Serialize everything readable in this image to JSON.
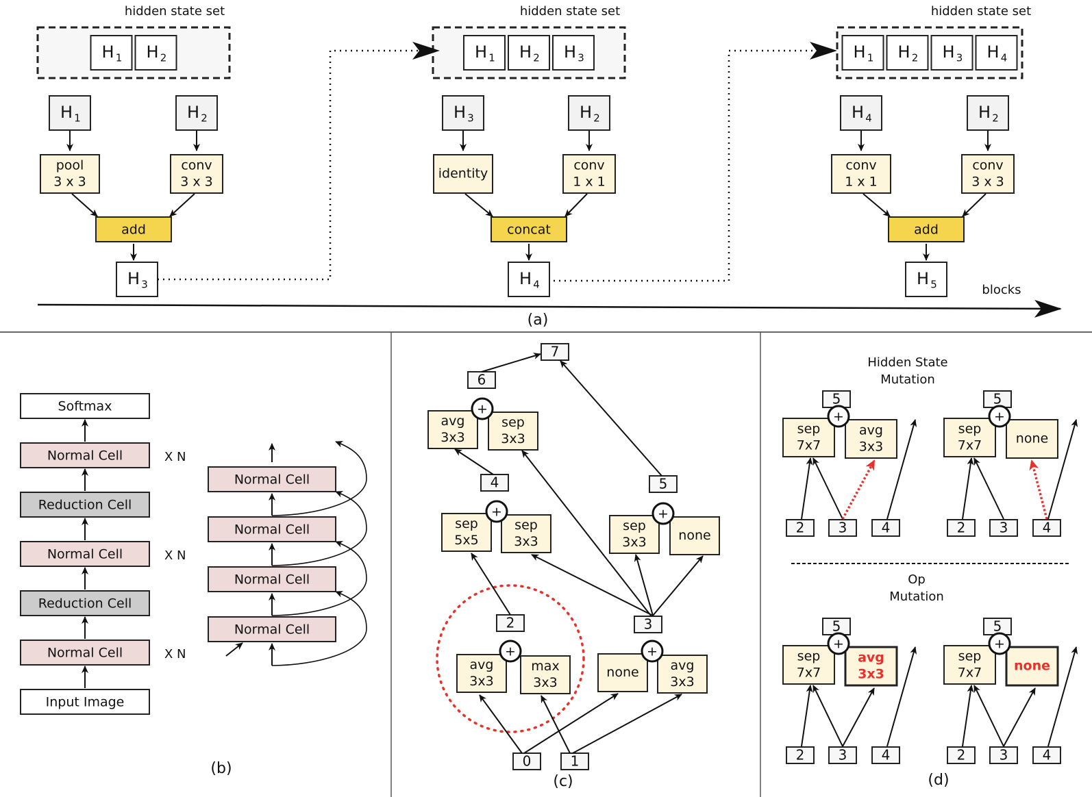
{
  "colors": {
    "op_fill": "#fdf6dc",
    "combine_fill": "#f5d54d",
    "state_fill": "#f2f2f2",
    "set_fill": "#f7f7f7",
    "normal_cell_fill": "#efdada",
    "reduction_cell_fill": "#cccccc",
    "mutation_red": "#e5322d",
    "line": "#111111"
  },
  "panel_a": {
    "caption": "(a)",
    "axis_label": "blocks",
    "blocks": [
      {
        "set_title": "hidden state set",
        "set_states": [
          [
            "H",
            "1"
          ],
          [
            "H",
            "2"
          ]
        ],
        "inputs": [
          [
            "H",
            "1"
          ],
          [
            "H",
            "2"
          ]
        ],
        "ops": [
          [
            "pool",
            "3 x 3"
          ],
          [
            "conv",
            "3 x 3"
          ]
        ],
        "combine": "add",
        "output": [
          "H",
          "3"
        ]
      },
      {
        "set_title": "hidden state set",
        "set_states": [
          [
            "H",
            "1"
          ],
          [
            "H",
            "2"
          ],
          [
            "H",
            "3"
          ]
        ],
        "inputs": [
          [
            "H",
            "3"
          ],
          [
            "H",
            "2"
          ]
        ],
        "ops": [
          [
            "identity"
          ],
          [
            "conv",
            "1 x 1"
          ]
        ],
        "combine": "concat",
        "output": [
          "H",
          "4"
        ]
      },
      {
        "set_title": "hidden state set",
        "set_states": [
          [
            "H",
            "1"
          ],
          [
            "H",
            "2"
          ],
          [
            "H",
            "3"
          ],
          [
            "H",
            "4"
          ]
        ],
        "inputs": [
          [
            "H",
            "4"
          ],
          [
            "H",
            "2"
          ]
        ],
        "ops": [
          [
            "conv",
            "1 x 1"
          ],
          [
            "conv",
            "3 x 3"
          ]
        ],
        "combine": "add",
        "output": [
          "H",
          "5"
        ]
      }
    ]
  },
  "panel_b": {
    "caption": "(b)",
    "stack": [
      "Softmax",
      "Normal Cell",
      "Reduction Cell",
      "Normal Cell",
      "Reduction Cell",
      "Normal Cell",
      "Input Image"
    ],
    "repeat_label": "X N",
    "unrolled": [
      "Normal Cell",
      "Normal Cell",
      "Normal Cell",
      "Normal Cell"
    ]
  },
  "panel_c": {
    "caption": "(c)",
    "nodes": [
      "0",
      "1",
      "2",
      "3",
      "4",
      "5",
      "6",
      "7"
    ],
    "blocks": [
      {
        "id": "2",
        "ops": [
          [
            "avg",
            "3x3"
          ],
          [
            "max",
            "3x3"
          ]
        ],
        "highlighted": true
      },
      {
        "id": "3",
        "ops": [
          [
            "none"
          ],
          [
            "avg",
            "3x3"
          ]
        ]
      },
      {
        "id": "4",
        "ops": [
          [
            "sep",
            "5x5"
          ],
          [
            "sep",
            "3x3"
          ]
        ]
      },
      {
        "id": "5",
        "ops": [
          [
            "sep",
            "3x3"
          ],
          [
            "none"
          ]
        ]
      },
      {
        "id": "6",
        "ops": [
          [
            "avg",
            "3x3"
          ],
          [
            "sep",
            "3x3"
          ]
        ]
      }
    ],
    "combine_symbol": "+"
  },
  "panel_d": {
    "caption": "(d)",
    "hidden_state_title": [
      "Hidden State",
      "Mutation"
    ],
    "op_title": [
      "Op",
      "Mutation"
    ],
    "output_node": "5",
    "inputs": [
      "2",
      "3",
      "4"
    ],
    "hs_left_ops": [
      [
        "sep",
        "7x7"
      ],
      [
        "avg",
        "3x3"
      ]
    ],
    "hs_right_ops": [
      [
        "sep",
        "7x7"
      ],
      [
        "none"
      ]
    ],
    "op_left_ops": [
      [
        "sep",
        "7x7"
      ],
      [
        "avg",
        "3x3"
      ]
    ],
    "op_right_ops": [
      [
        "sep",
        "7x7"
      ],
      [
        "none"
      ]
    ],
    "combine_symbol": "+"
  }
}
